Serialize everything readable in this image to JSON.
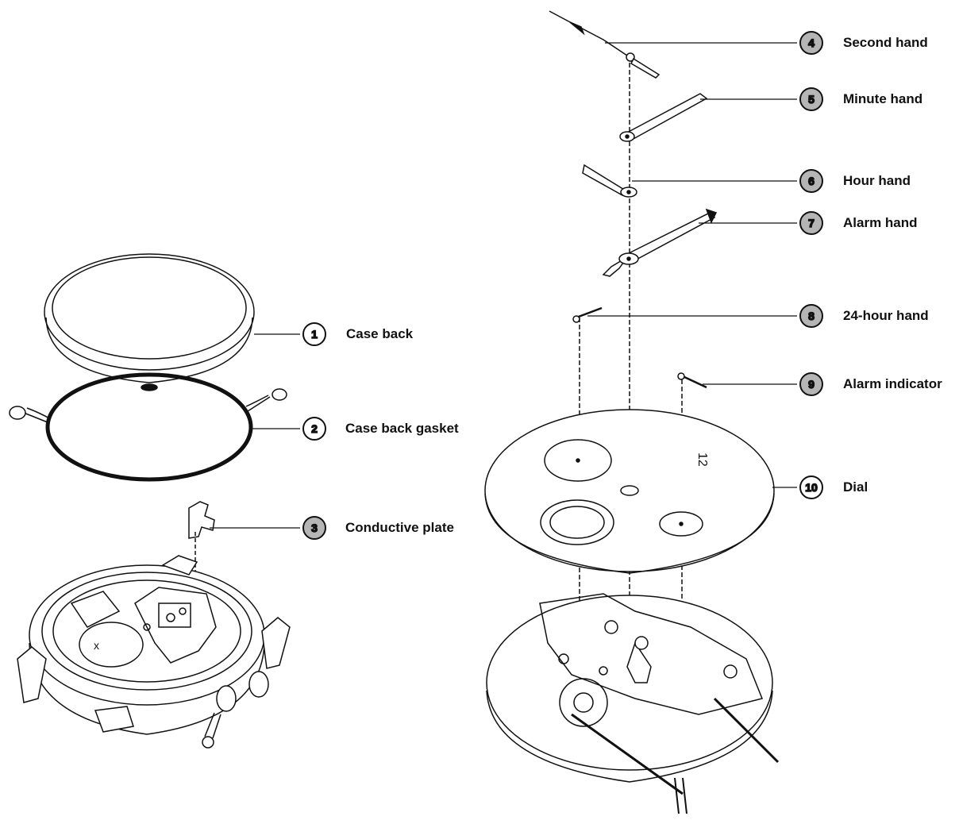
{
  "parts": [
    {
      "num": "1",
      "label": "Case back",
      "style": "outline"
    },
    {
      "num": "2",
      "label": "Case back gasket",
      "style": "outline"
    },
    {
      "num": "3",
      "label": "Conductive plate",
      "style": "shaded"
    },
    {
      "num": "4",
      "label": "Second hand",
      "style": "shaded"
    },
    {
      "num": "5",
      "label": "Minute hand",
      "style": "shaded"
    },
    {
      "num": "6",
      "label": "Hour hand",
      "style": "shaded"
    },
    {
      "num": "7",
      "label": "Alarm hand",
      "style": "shaded"
    },
    {
      "num": "8",
      "label": "24-hour hand",
      "style": "shaded"
    },
    {
      "num": "9",
      "label": "Alarm indicator",
      "style": "shaded"
    },
    {
      "num": "10",
      "label": "Dial",
      "style": "outline"
    }
  ],
  "colors": {
    "line": "#111111",
    "shade": "#b5b5b5",
    "background": "#ffffff"
  }
}
